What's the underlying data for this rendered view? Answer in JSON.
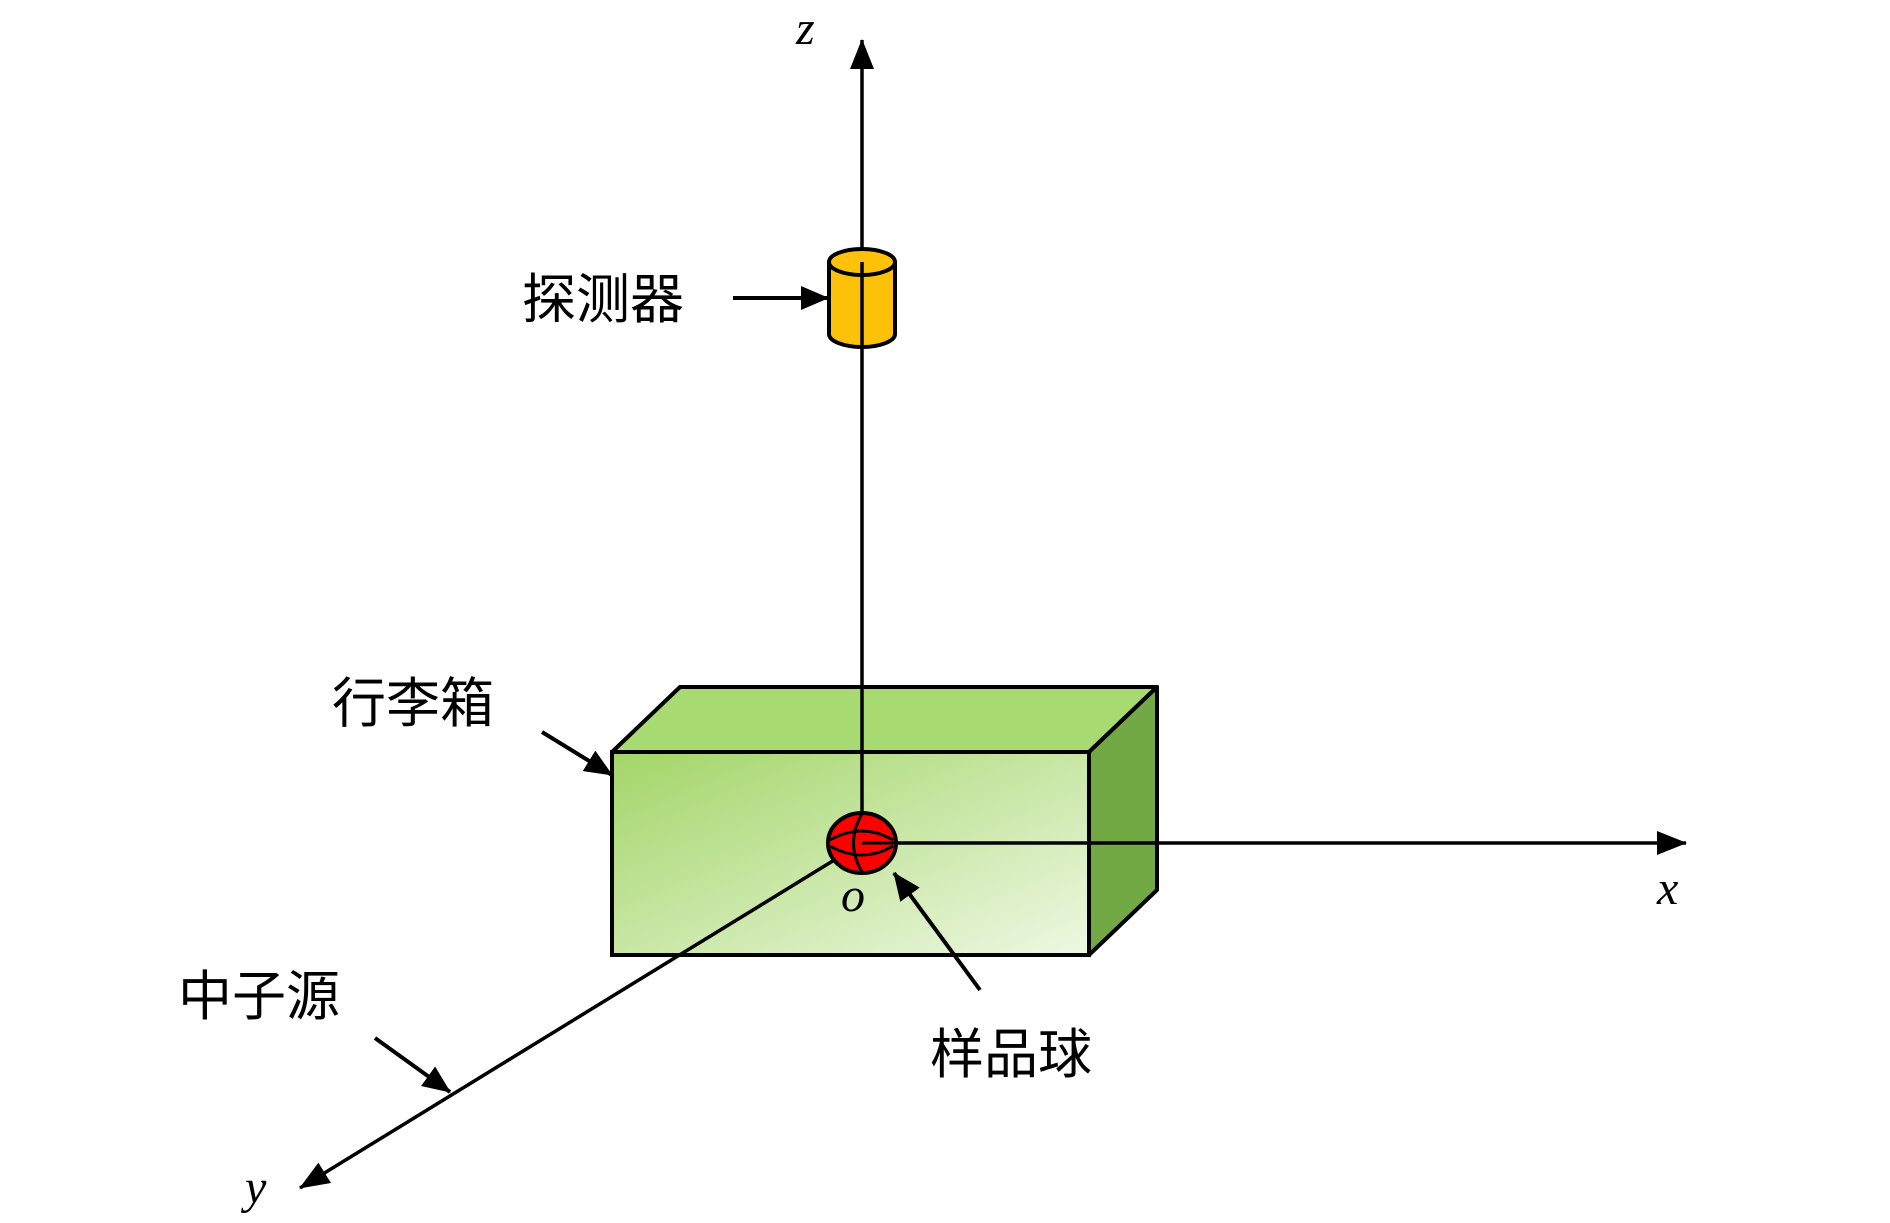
{
  "diagram": {
    "axes": {
      "x_label": "x",
      "y_label": "y",
      "z_label": "z",
      "origin_label": "o"
    },
    "labels": {
      "detector": "探测器",
      "suitcase": "行李箱",
      "neutron_source": "中子源",
      "sample_ball": "样品球"
    },
    "colors": {
      "box_front_start": "#a3d568",
      "box_front_end": "#eef8e3",
      "box_top": "#a8da72",
      "box_side": "#73a944",
      "detector": "#fec10a",
      "sample_ball": "#ff0000",
      "stroke": "#000000"
    }
  }
}
